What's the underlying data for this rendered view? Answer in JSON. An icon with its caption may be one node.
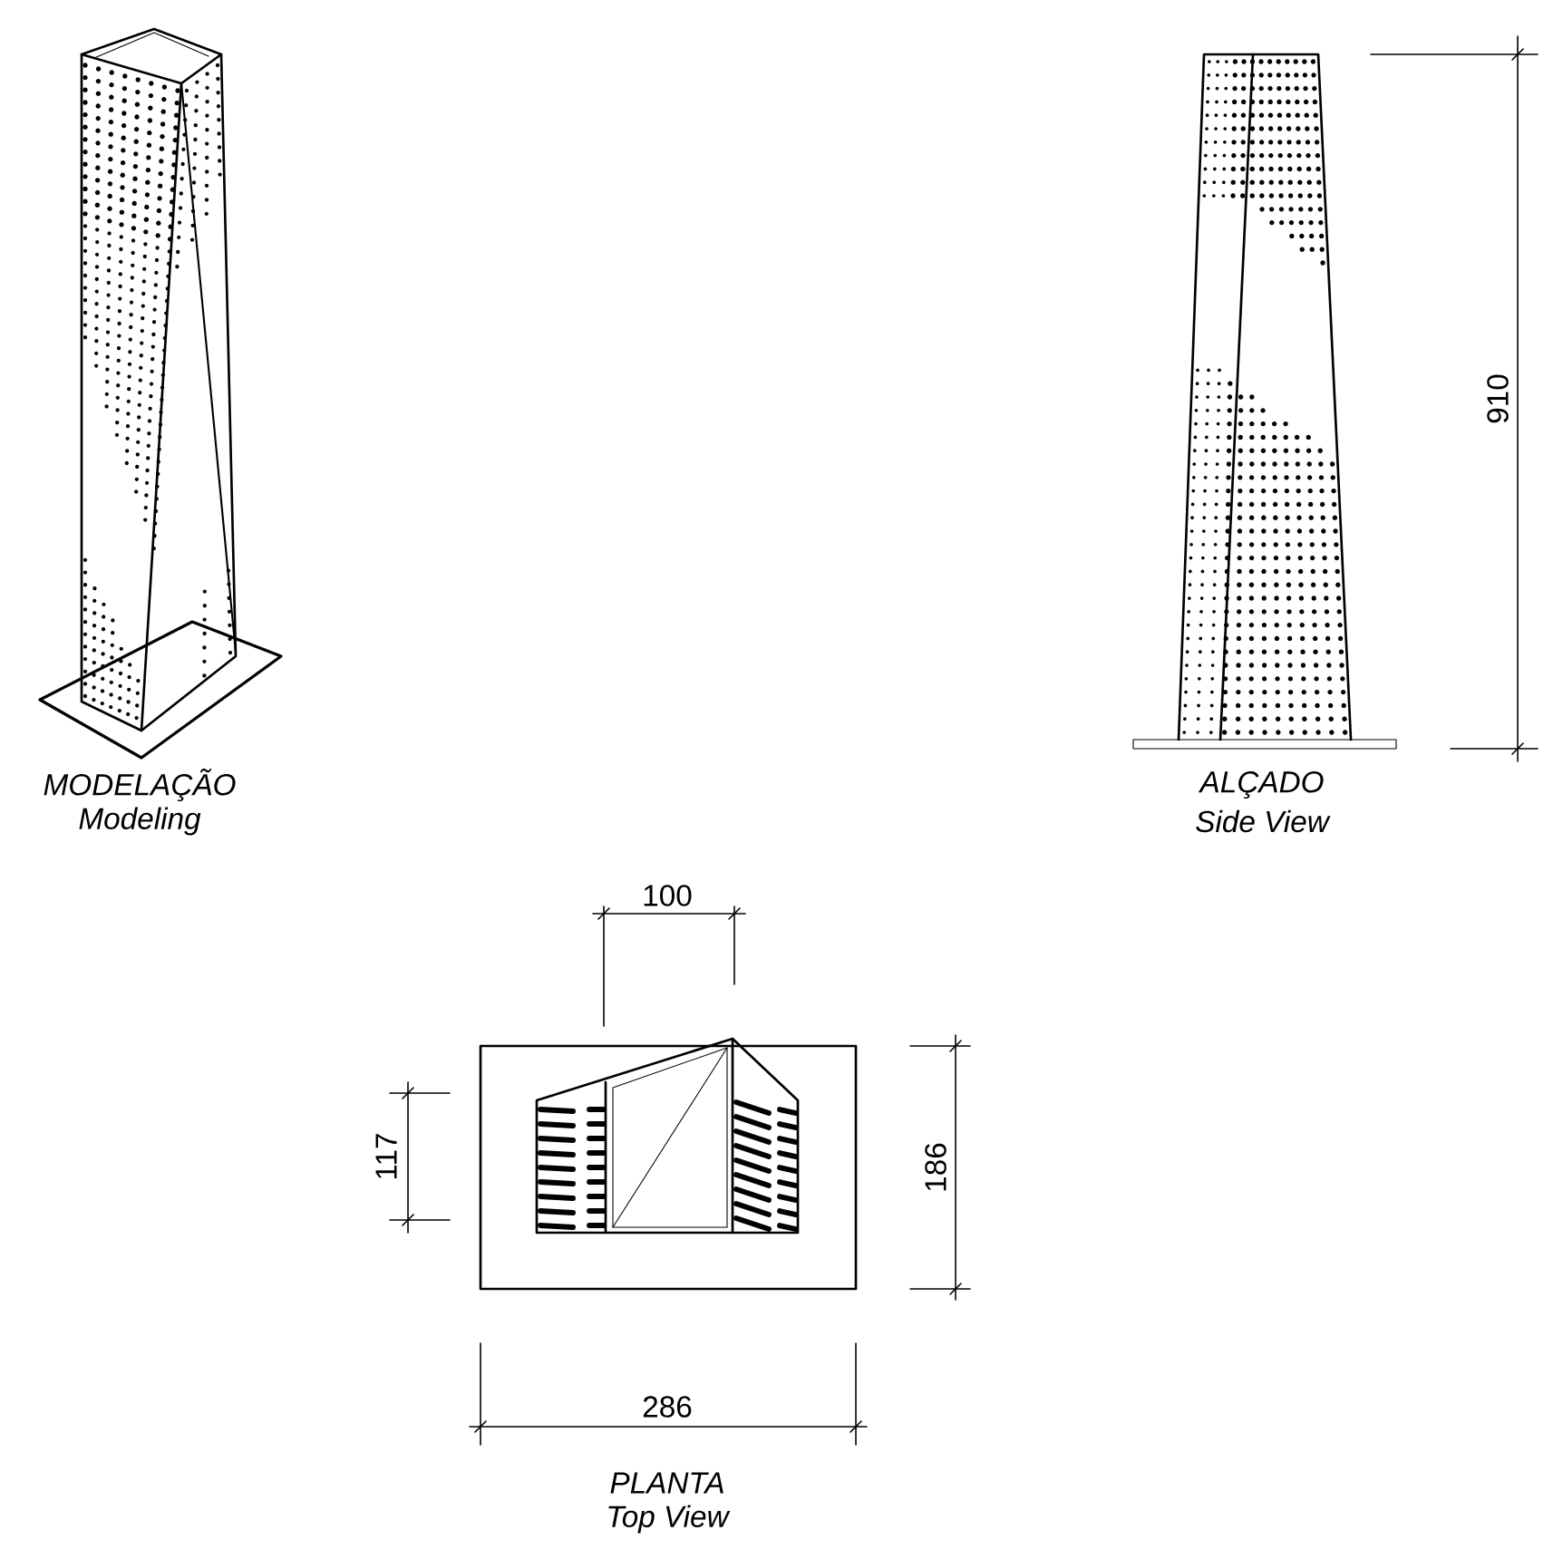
{
  "diagram": {
    "labels": [
      "910",
      "MODELAÇÃO",
      "Modeling",
      "ALÇADO",
      "Side View",
      "100",
      "117",
      "186",
      "286",
      "PLANTA",
      "Top View"
    ]
  }
}
